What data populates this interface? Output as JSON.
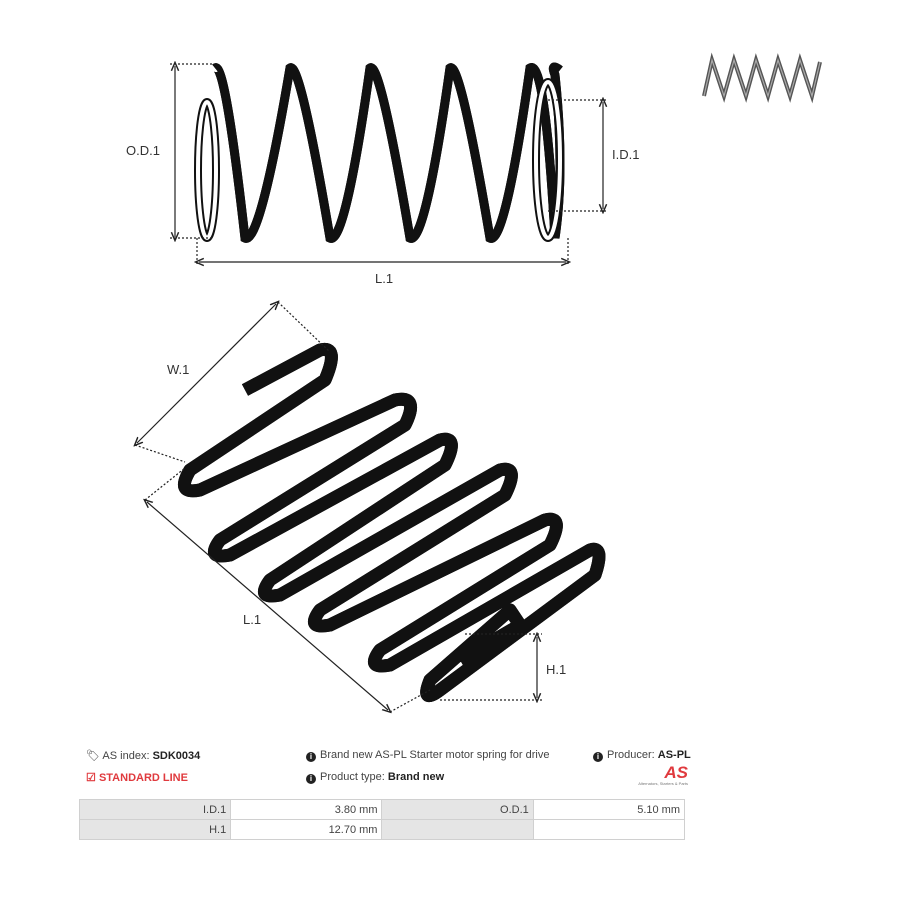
{
  "labels": {
    "od": "O.D.1",
    "id": "I.D.1",
    "l_top": "L.1",
    "w": "W.1",
    "l_bottom": "L.1",
    "h": "H.1"
  },
  "info": {
    "as_index_label": "AS index:",
    "as_index": "SDK0034",
    "line": "STANDARD LINE",
    "description": "Brand new AS-PL Starter motor spring for drive",
    "product_type_label": "Product type:",
    "product_type": "Brand new",
    "producer_label": "Producer:",
    "producer": "AS-PL",
    "logo_text": "AS",
    "logo_tagline": "Alternators, Starters & Parts"
  },
  "specs": [
    {
      "k1": "I.D.1",
      "v1": "3.80 mm",
      "k2": "O.D.1",
      "v2": "5.10 mm"
    },
    {
      "k1": "H.1",
      "v1": "12.70 mm",
      "k2": "",
      "v2": ""
    }
  ],
  "colors": {
    "accent": "#e03a3e",
    "header_cell": "#e5e5e5"
  }
}
